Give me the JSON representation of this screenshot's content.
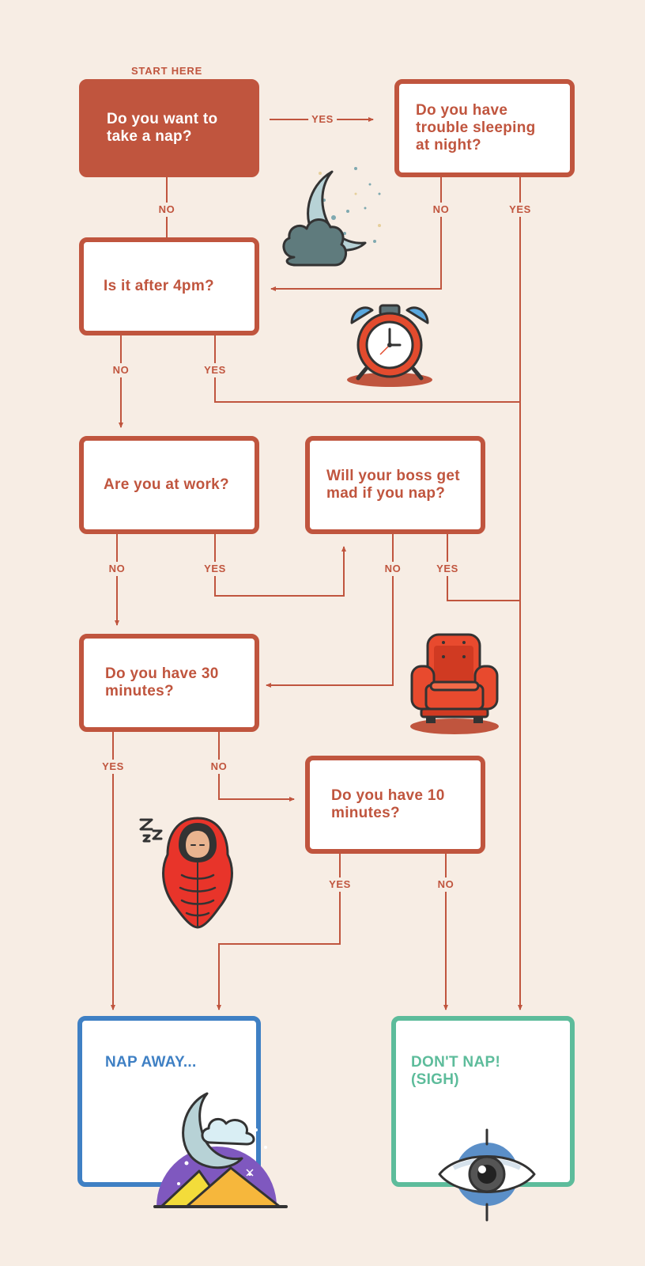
{
  "start_label": "START HERE",
  "colors": {
    "background": "#f7ede4",
    "primary": "#c0553e",
    "nap": "#3f80c4",
    "dont_nap": "#5dbc9b"
  },
  "boxes": {
    "want_nap": "Do you want to\ntake a nap?",
    "trouble_sleeping": "Do you have\ntrouble sleeping\nat night?",
    "after_4pm": "Is it after 4pm?",
    "at_work": "Are you at work?",
    "boss_mad": "Will your boss get\nmad if you nap?",
    "have_30": "Do you have 30\nminutes?",
    "have_10": "Do you have 10\nminutes?",
    "nap_away": "NAP AWAY...",
    "dont_nap": "DON'T NAP!\n(SIGH)"
  },
  "labels": {
    "yes": "YES",
    "no": "NO"
  },
  "illustrations": [
    "moon-cloud-icon",
    "alarm-clock-icon",
    "armchair-icon",
    "sleeping-bag-icon",
    "night-mountain-icon",
    "eye-icon"
  ]
}
